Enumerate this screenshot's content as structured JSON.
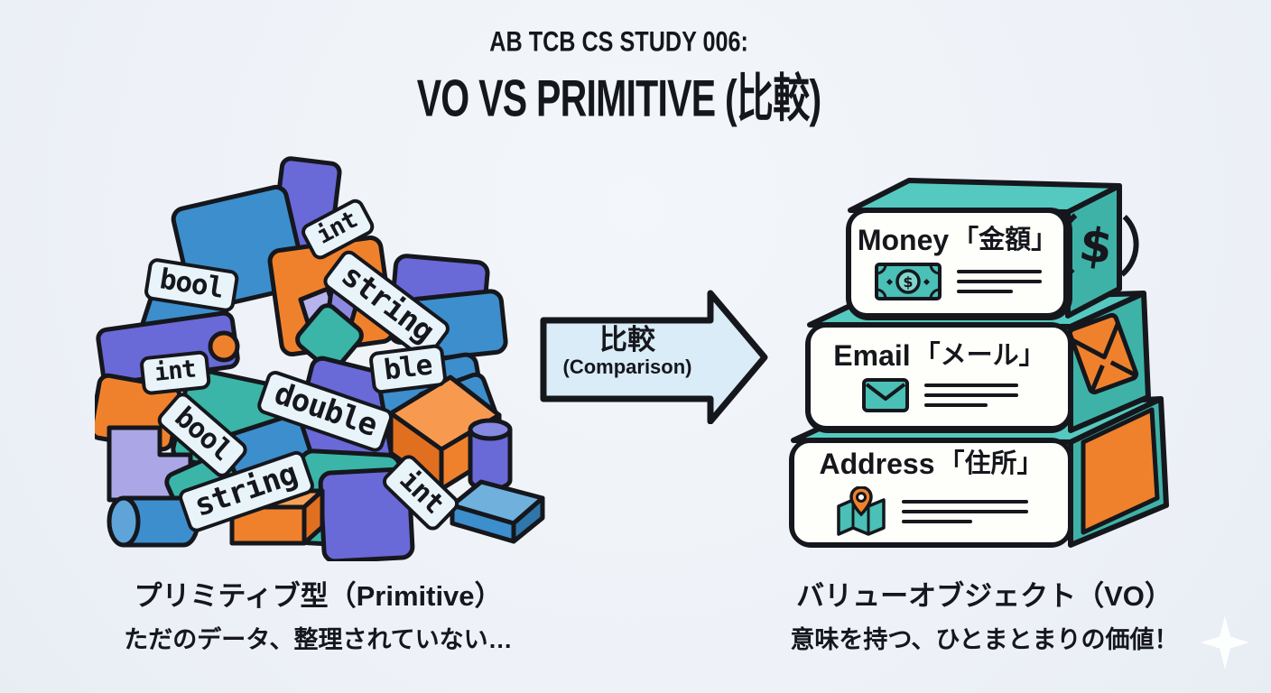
{
  "title": {
    "kicker": "AB TCB CS STUDY 006:",
    "main": "VO VS PRIMITIVE (比較)"
  },
  "arrow": {
    "label_ja": "比較",
    "label_en": "(Comparison)"
  },
  "primitive": {
    "caption": "プリミティブ型（Primitive）",
    "subcaption": "ただのデータ、整理されていない…",
    "chips": [
      "int",
      "bool",
      "string",
      "ble",
      "int",
      "bool",
      "double",
      "string",
      "int"
    ]
  },
  "vo": {
    "caption": "バリューオブジェクト（VO）",
    "subcaption": "意味を持つ、ひとまとまりの価値！",
    "items": [
      {
        "name": "Money",
        "label_ja": "「金額」",
        "front_icon": "banknote-icon",
        "side_icon": "currency-exchange-icon"
      },
      {
        "name": "Email",
        "label_ja": "「メール」",
        "front_icon": "envelope-icon",
        "side_icon": "envelope-side-icon"
      },
      {
        "name": "Address",
        "label_ja": "「住所」",
        "front_icon": "map-pin-icon",
        "side_icon": "label-panel-icon"
      }
    ]
  },
  "colors": {
    "background": "#edf1f7",
    "ink": "#15171c",
    "block_blue": "#3d8ecd",
    "block_purple": "#6a69d8",
    "block_orange": "#f0812c",
    "block_teal": "#3ab5a7",
    "block_light_purple": "#aba7e6",
    "chip_bg": "#e9f4fa",
    "arrow_fill": "#d9ecf7",
    "box_teal": "#4ac0b6",
    "panel_white": "#fefefb"
  }
}
